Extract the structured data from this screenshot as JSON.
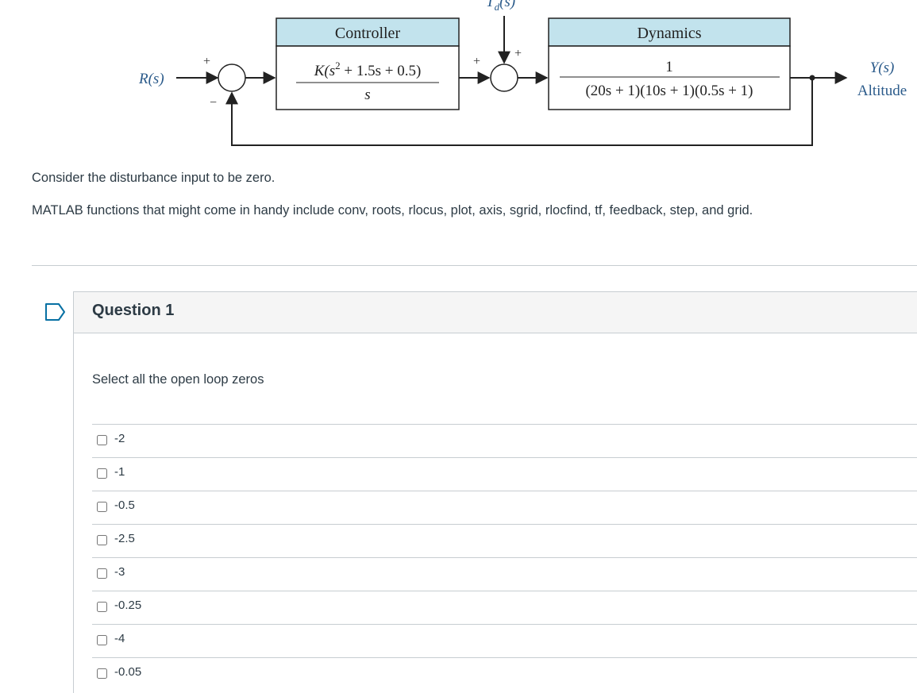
{
  "diagram": {
    "input_label": "R(s)",
    "disturbance_label": "T",
    "disturbance_subscript": "d",
    "disturbance_arg": "(s)",
    "sum1_plus": "+",
    "sum1_minus": "−",
    "sum2_plus_left": "+",
    "sum2_plus_top": "+",
    "controller": {
      "title": "Controller",
      "numerator_pre": "K(s",
      "numerator_exp": "2",
      "numerator_post": " + 1.5s + 0.5)",
      "denominator": "s"
    },
    "dynamics": {
      "title": "Dynamics",
      "numerator": "1",
      "denominator": "(20s + 1)(10s + 1)(0.5s + 1)"
    },
    "output_label": "Y(s)",
    "output_caption": "Altitude",
    "colors": {
      "block_header": "#c2e3ed",
      "line": "#222222",
      "label_blue": "#2a5a8a"
    }
  },
  "instructions": {
    "line1": "Consider the disturbance input to be zero.",
    "line2": "MATLAB functions that might come in handy include conv, roots, rlocus, plot, axis, sgrid, rlocfind, tf, feedback, step, and grid."
  },
  "question": {
    "title": "Question 1",
    "prompt": "Select all the open loop zeros",
    "flag_icon": "bookmark-flag-icon",
    "options": [
      {
        "label": "-2"
      },
      {
        "label": "-1"
      },
      {
        "label": "-0.5"
      },
      {
        "label": "-2.5"
      },
      {
        "label": "-3"
      },
      {
        "label": "-0.25"
      },
      {
        "label": "-4"
      },
      {
        "label": "-0.05"
      }
    ]
  }
}
